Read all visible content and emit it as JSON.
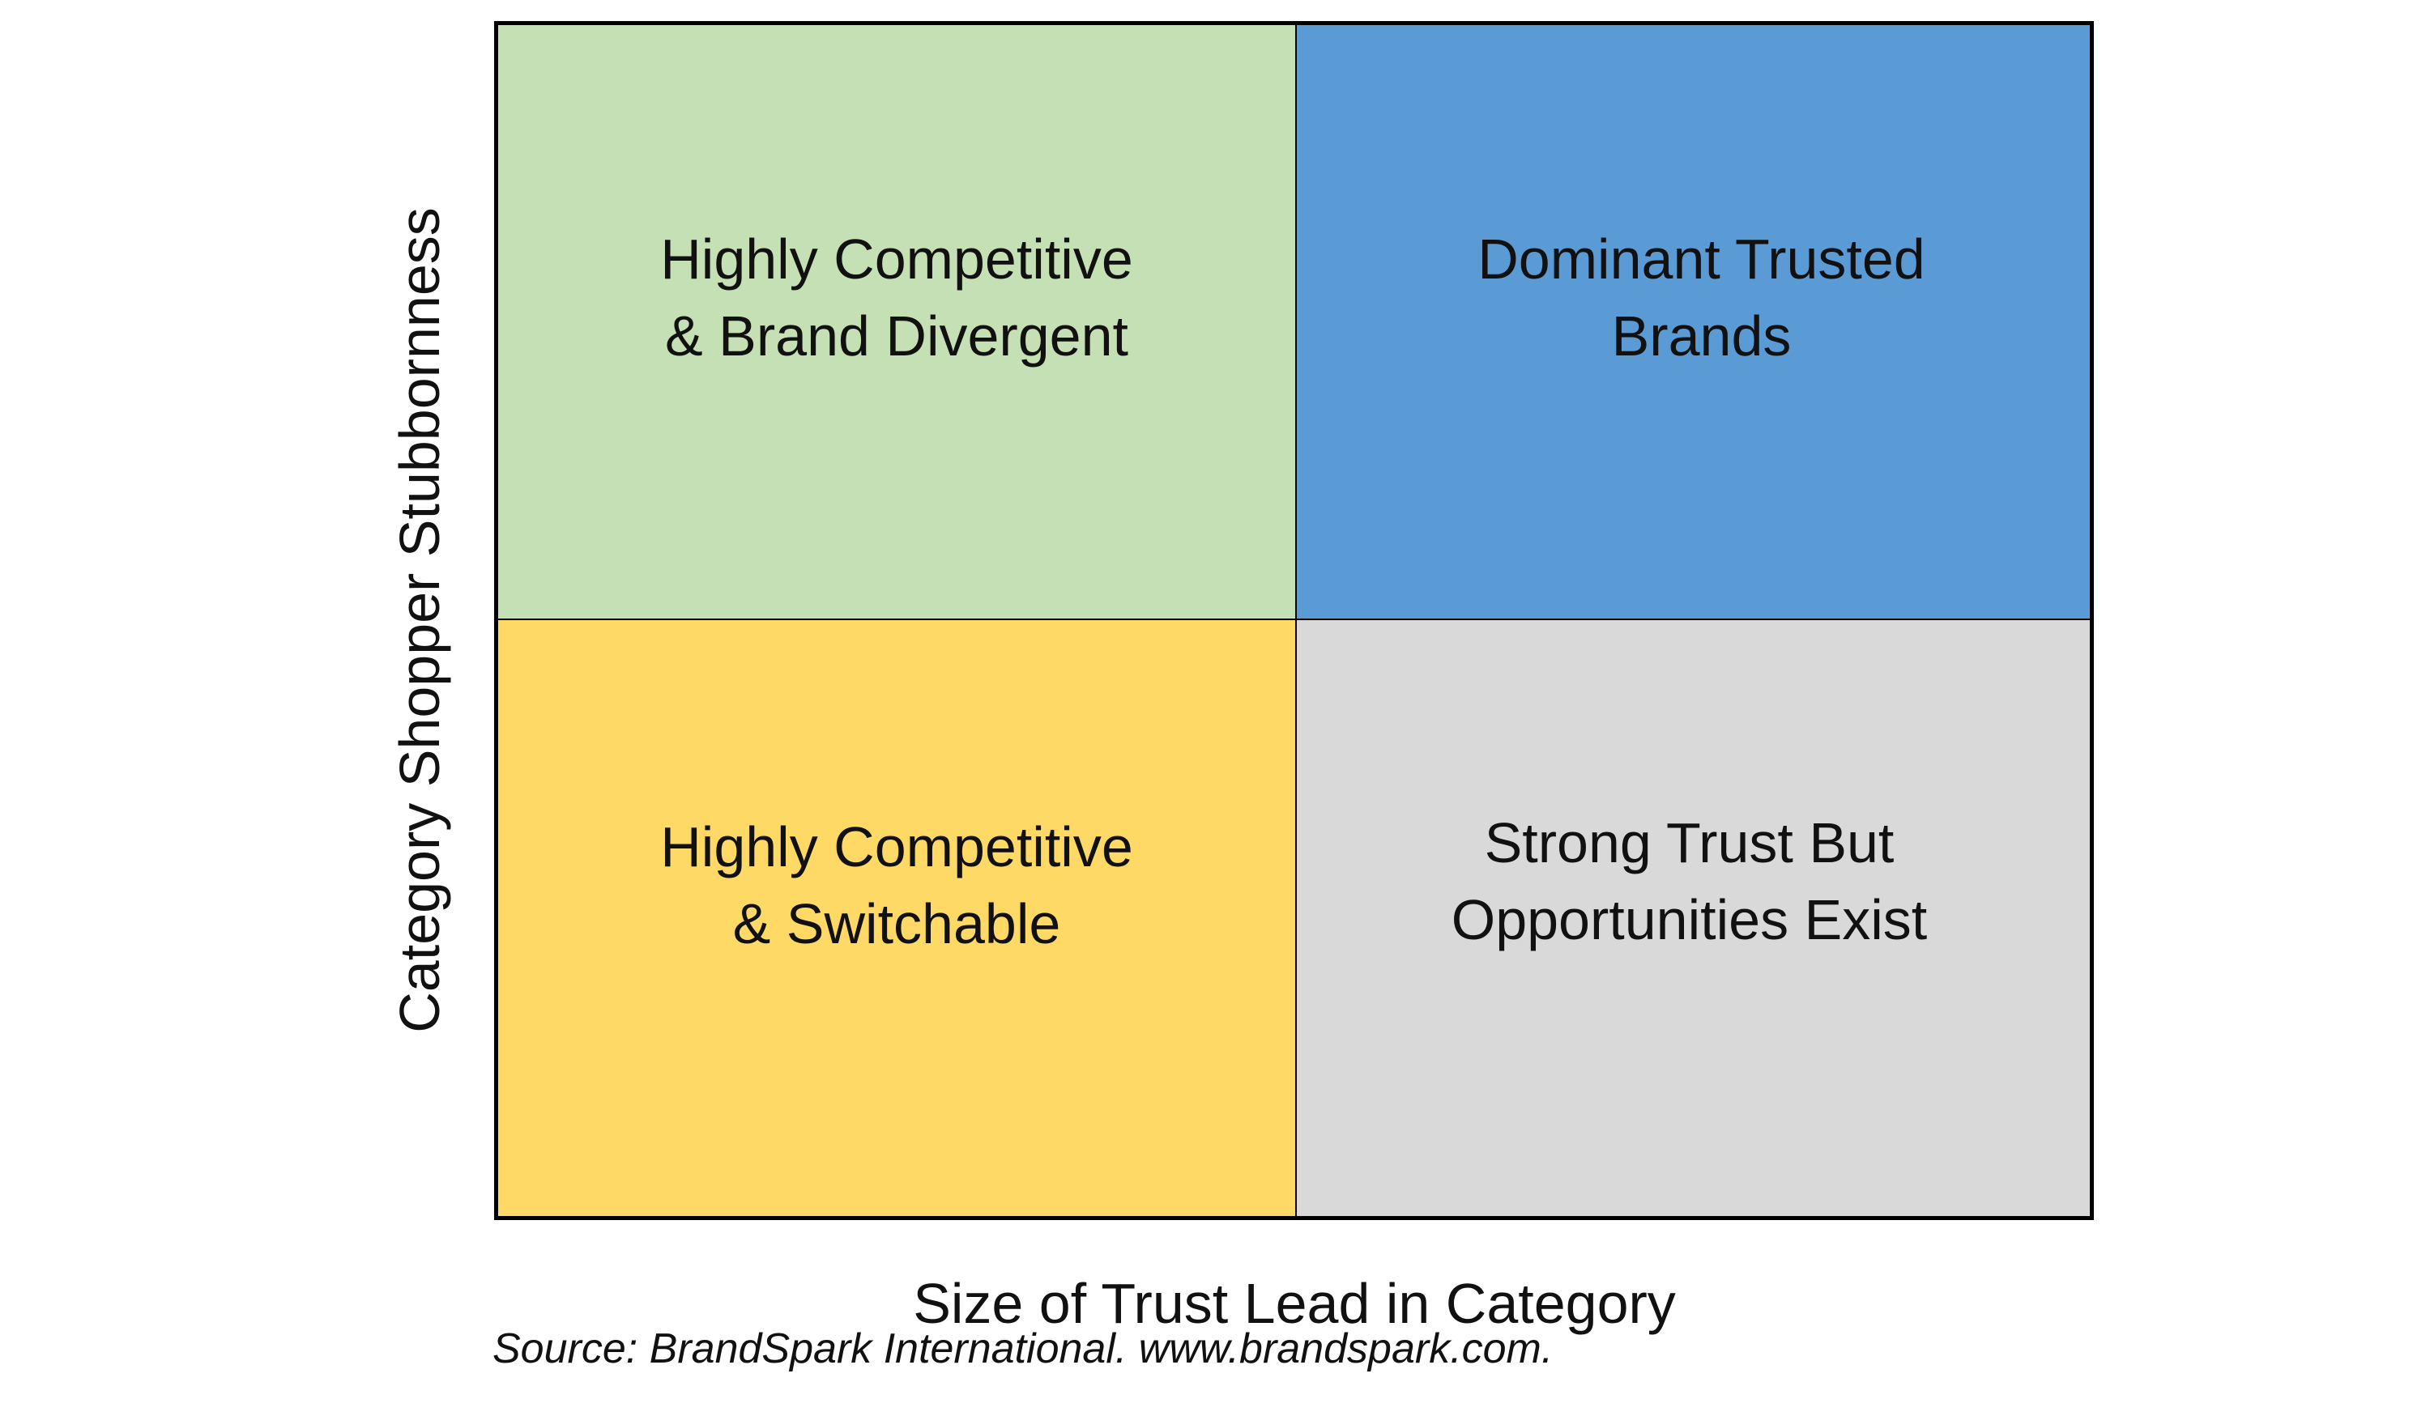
{
  "diagram": {
    "y_axis_label": "Category Shopper Stubbornness",
    "x_axis_label": "Size of Trust Lead in Category",
    "quadrants": [
      {
        "position": "top-left",
        "label": "Highly Competitive\n& Brand Divergent",
        "color": "#C5E0B4"
      },
      {
        "position": "top-right",
        "label": "Dominant Trusted\nBrands",
        "color": "#5B9BD5"
      },
      {
        "position": "bottom-left",
        "label": "Highly Competitive\n& Switchable",
        "color": "#FFD966"
      },
      {
        "position": "bottom-right",
        "label": "Strong Trust But\nOpportunities Exist",
        "color": "#D9D9D9"
      }
    ]
  },
  "footer": {
    "source": "Source: BrandSpark International. www.brandspark.com."
  }
}
